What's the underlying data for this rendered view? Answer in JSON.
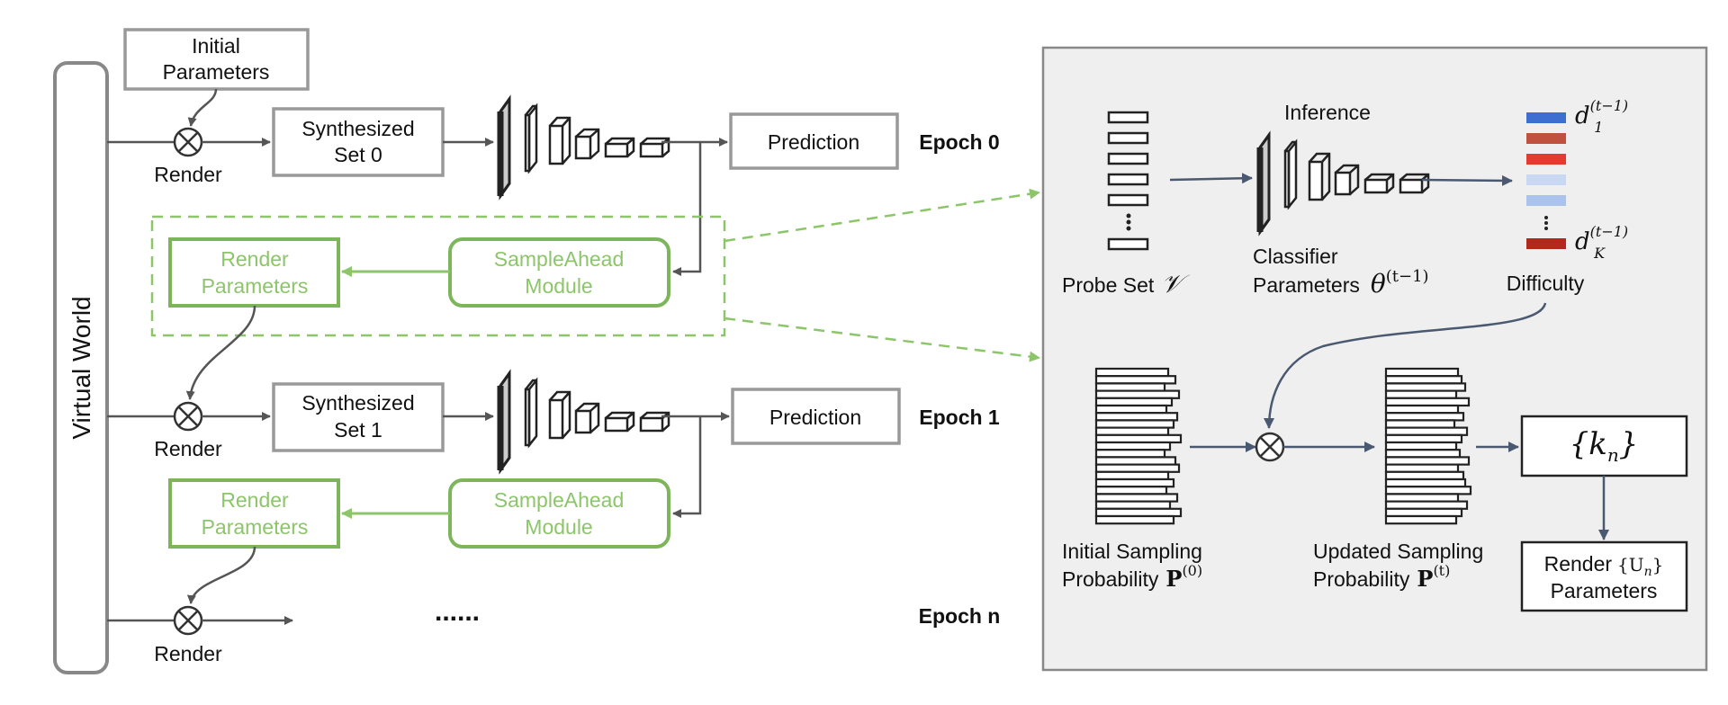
{
  "left": {
    "virtual_world": "Virtual World",
    "initial_parameters": [
      "Initial",
      "Parameters"
    ],
    "render_label": "Render",
    "synth0": [
      "Synthesized",
      "Set 0"
    ],
    "synth1": [
      "Synthesized",
      "Set 1"
    ],
    "prediction": "Prediction",
    "render_parameters": [
      "Render",
      "Parameters"
    ],
    "sampleahead": [
      "SampleAhead",
      "Module"
    ],
    "epochs": [
      "Epoch 0",
      "Epoch 1",
      "Epoch n"
    ],
    "ellipsis": "......"
  },
  "right": {
    "probe_set": "Probe Set",
    "probe_symbol": "𝒱",
    "inference": "Inference",
    "classifier": [
      "Classifier",
      "Parameters"
    ],
    "theta": "θ",
    "theta_sup": "(t−1)",
    "difficulty": "Difficulty",
    "d": "d",
    "d1_sub": "1",
    "dK_sub": "K",
    "d_sup": "(t−1)",
    "initial_sampling": [
      "Initial Sampling",
      "Probability"
    ],
    "updated_sampling": [
      "Updated Sampling",
      "Probability"
    ],
    "P": "P",
    "P0_sup": "(0)",
    "Pt_sup": "(t)",
    "kn": "{k",
    "kn_sub": "n",
    "kn_close": "}",
    "render": "Render",
    "U": "{U",
    "U_sub": "n",
    "U_close": "}",
    "parameters": "Parameters"
  },
  "colors": {
    "green": "#8cc56a",
    "panel_bg": "#efefef",
    "gray_line": "#555555",
    "navy_arrow": "#4a5870",
    "difficulty_bars": [
      "#3c6fcf",
      "#c0513f",
      "#e53b2e",
      "#c8d8f2",
      "#a9c3ec",
      "#b3271d"
    ]
  }
}
